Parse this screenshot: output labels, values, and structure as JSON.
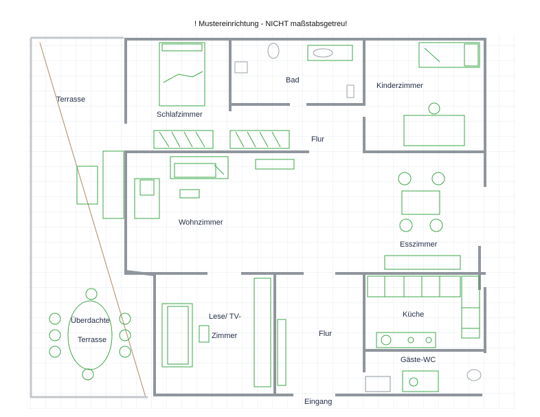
{
  "title": "! Mustereinrichtung - NICHT maßstabsgetreu!",
  "rooms": {
    "terrasse": "Terrasse",
    "schlafzimmer": "Schlafzimmer",
    "bad": "Bad",
    "kinderzimmer": "Kinderzimmer",
    "flur_oben": "Flur",
    "wohnzimmer": "Wohnzimmer",
    "esszimmer": "Esszimmer",
    "ueberdachte_1": "Überdachte",
    "ueberdachte_2": "Terrasse",
    "lese_1": "Lese/ TV-",
    "lese_2": "Zimmer",
    "flur_unten": "Flur",
    "kueche": "Küche",
    "gaeste_wc": "Gäste-WC",
    "eingang": "Eingang"
  },
  "colors": {
    "wall": "#8f959c",
    "furniture": "#3aa646",
    "grid": "#e6e9ec",
    "label": "#1f2a44",
    "terrace_line": "#b89a7a"
  }
}
